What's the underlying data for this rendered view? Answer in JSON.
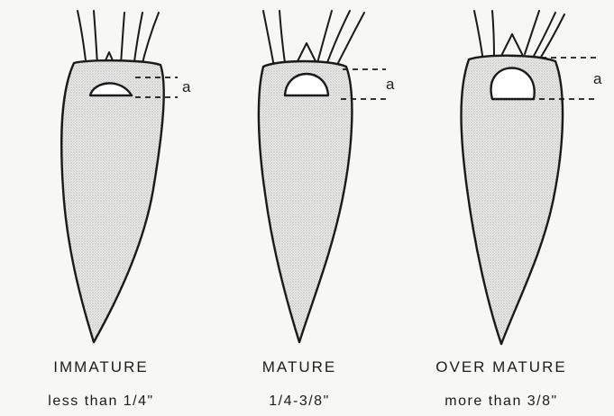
{
  "figure": {
    "dimension_label": "a",
    "stages": [
      {
        "name": "IMMATURE",
        "range": "less than 1/4\""
      },
      {
        "name": "MATURE",
        "range": "1/4-3/8\""
      },
      {
        "name": "OVER MATURE",
        "range": "more than 3/8\""
      }
    ]
  }
}
